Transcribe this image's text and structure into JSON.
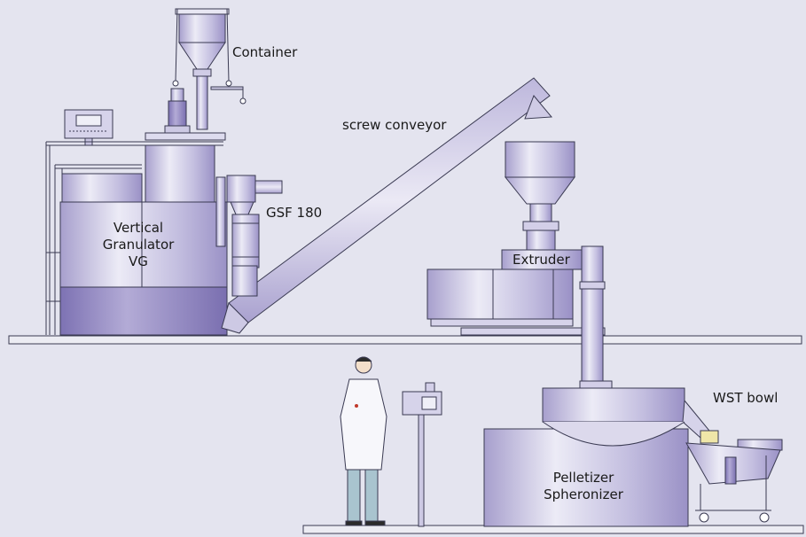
{
  "labels": {
    "container": "Container",
    "screw_conveyor": "screw conveyor",
    "granulator": [
      "Vertical",
      "Granulator",
      "VG"
    ],
    "gsf": "GSF 180",
    "extruder": "Extruder",
    "wst_bowl": "WST bowl",
    "pelletizer": [
      "Pelletizer",
      "Spheronizer"
    ]
  },
  "colors": {
    "background": "#e4e4ef",
    "machine_light": "#dcd9ec",
    "machine_mid": "#b9b3d8",
    "machine_dark": "#8e84bf",
    "outline": "#3a3a52",
    "floor": "#ececf3"
  }
}
